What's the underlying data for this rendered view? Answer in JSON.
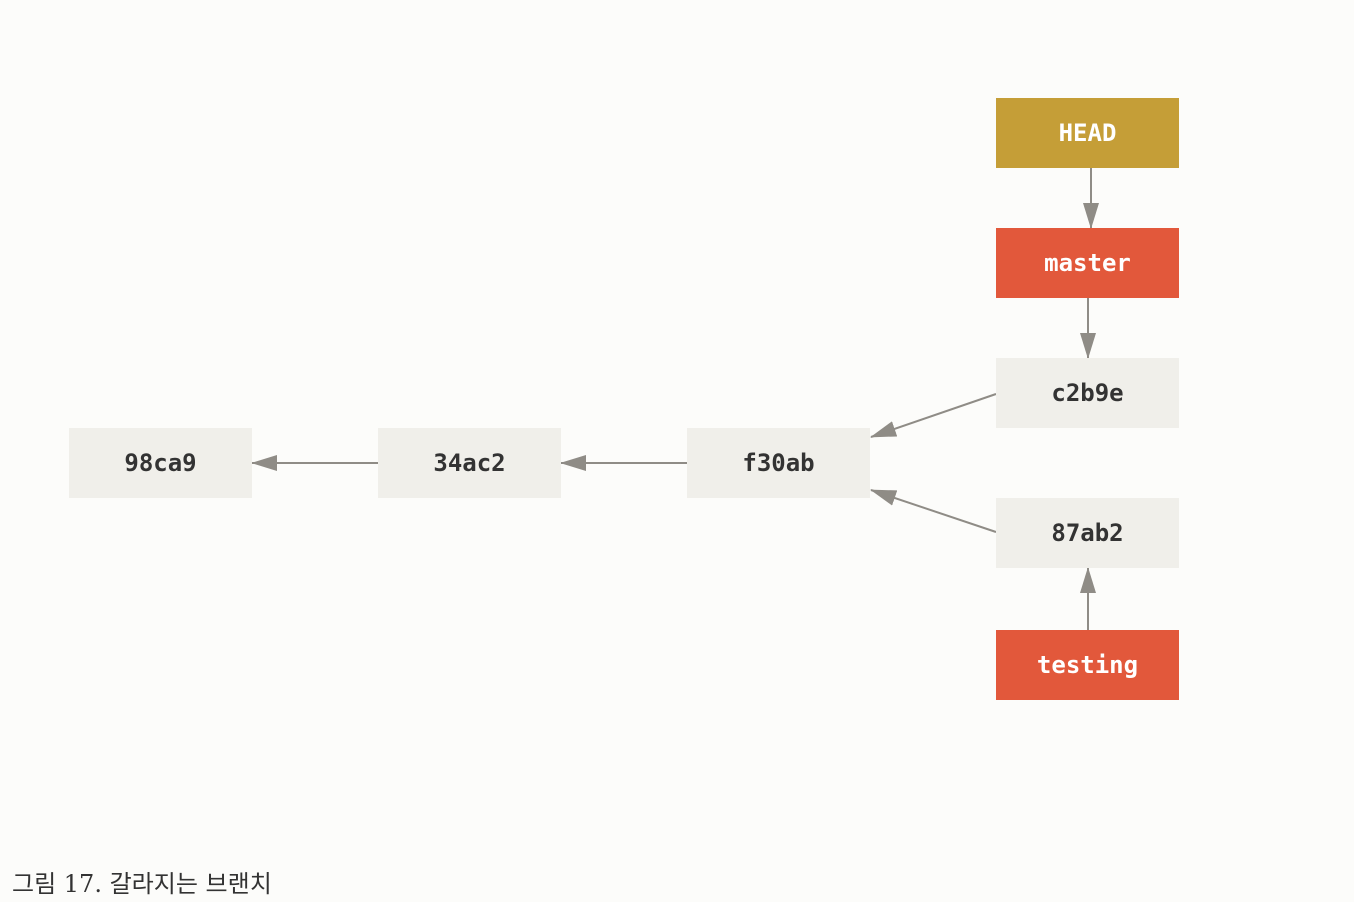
{
  "colors": {
    "commit_fill": "#f0efea",
    "commit_text": "#333333",
    "branch_fill": "#e2583b",
    "head_fill": "#c59e37",
    "label_text": "#ffffff",
    "arrow": "#8f8c86"
  },
  "diagram": {
    "nodes": [
      {
        "id": "head",
        "kind": "head",
        "label": "HEAD"
      },
      {
        "id": "master",
        "kind": "branch",
        "label": "master"
      },
      {
        "id": "c2b9e",
        "kind": "commit",
        "label": "c2b9e"
      },
      {
        "id": "f30ab",
        "kind": "commit",
        "label": "f30ab"
      },
      {
        "id": "34ac2",
        "kind": "commit",
        "label": "34ac2"
      },
      {
        "id": "98ca9",
        "kind": "commit",
        "label": "98ca9"
      },
      {
        "id": "87ab2",
        "kind": "commit",
        "label": "87ab2"
      },
      {
        "id": "testing",
        "kind": "branch",
        "label": "testing"
      }
    ],
    "edges": [
      {
        "from": "head",
        "to": "master"
      },
      {
        "from": "master",
        "to": "c2b9e"
      },
      {
        "from": "c2b9e",
        "to": "f30ab"
      },
      {
        "from": "87ab2",
        "to": "f30ab"
      },
      {
        "from": "f30ab",
        "to": "34ac2"
      },
      {
        "from": "34ac2",
        "to": "98ca9"
      },
      {
        "from": "testing",
        "to": "87ab2"
      }
    ]
  },
  "caption": "그림 17. 갈라지는 브랜치"
}
